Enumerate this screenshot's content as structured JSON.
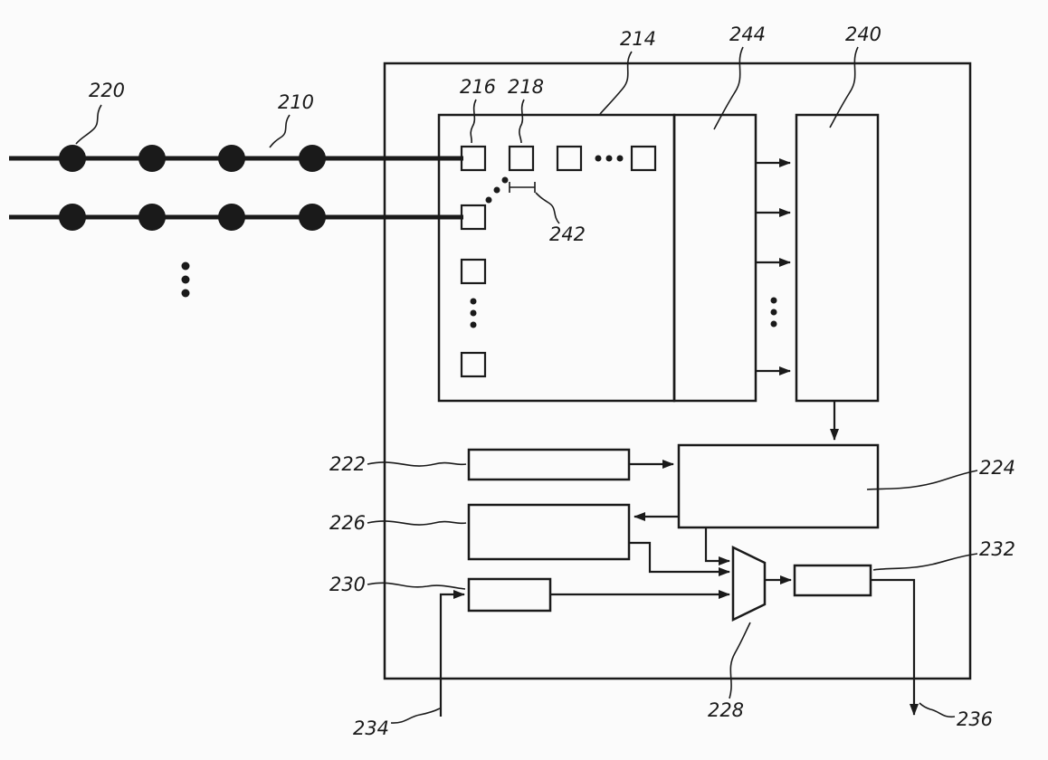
{
  "figure": {
    "kind": "patent-schematic-diagram",
    "background_color": "#fbfbfb",
    "line_color": "#1a1a1a"
  },
  "labels": {
    "l210": "210",
    "l214": "214",
    "l216": "216",
    "l218": "218",
    "l220": "220",
    "l222": "222",
    "l224": "224",
    "l226": "226",
    "l228": "228",
    "l230": "230",
    "l232": "232",
    "l234": "234",
    "l236": "236",
    "l240": "240",
    "l242": "242",
    "l244": "244"
  }
}
